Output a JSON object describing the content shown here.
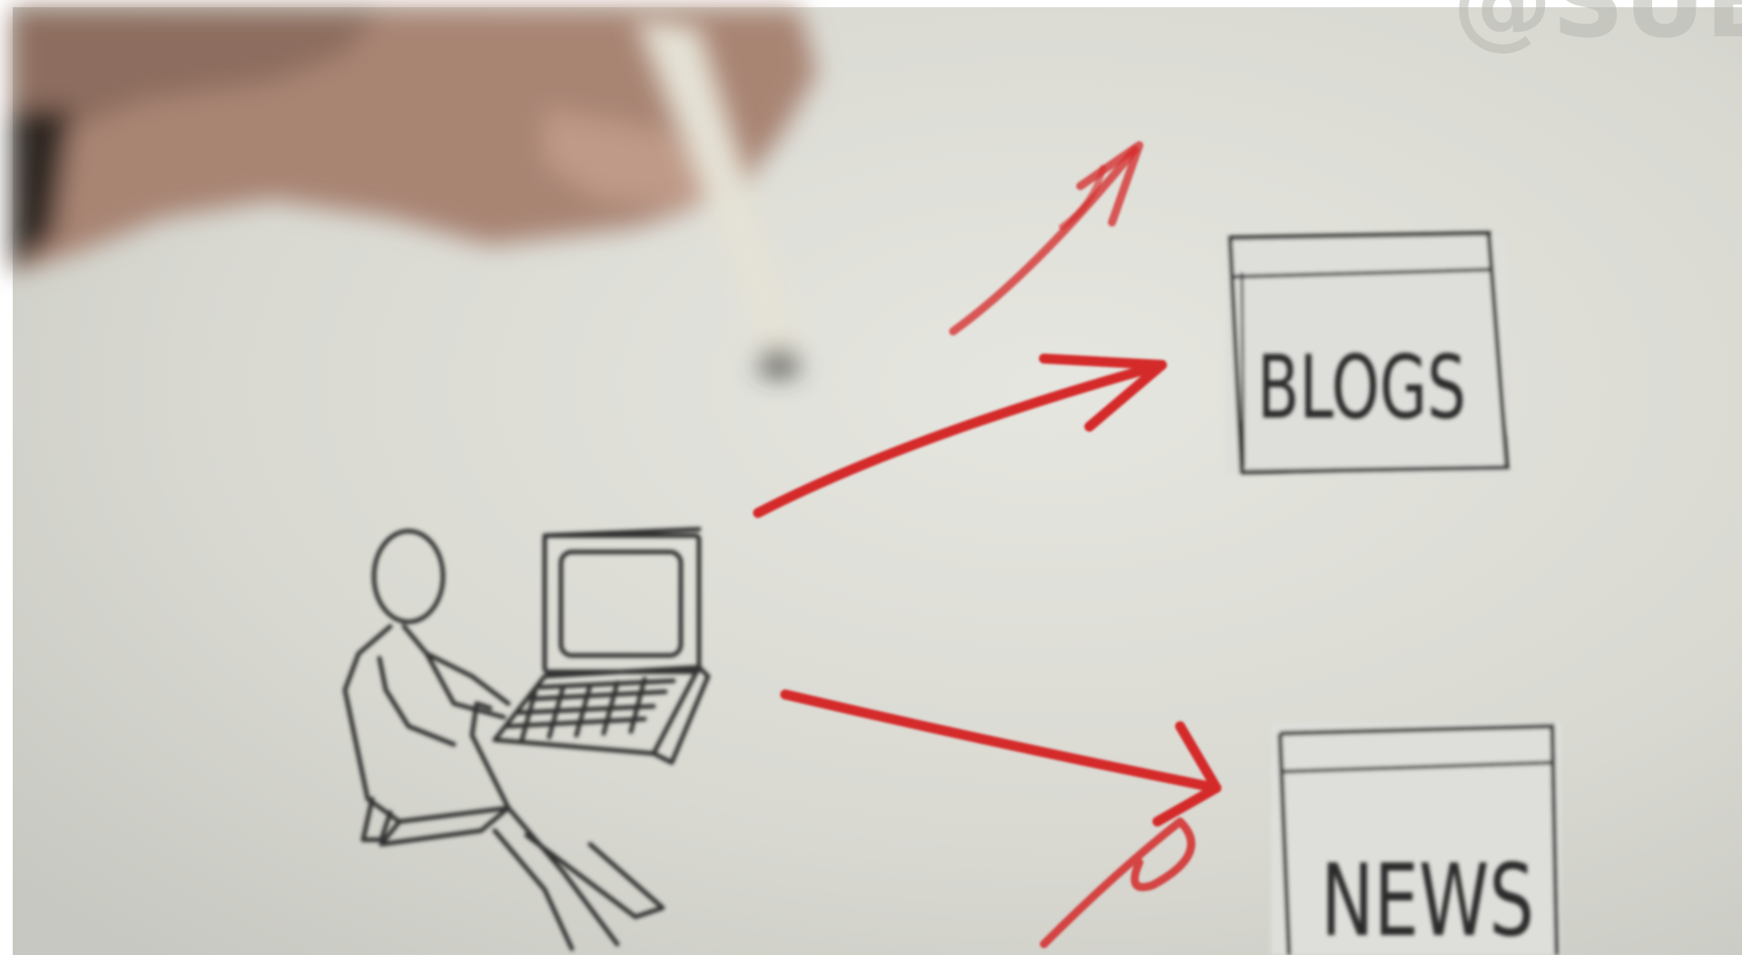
{
  "watermark": {
    "text": "@SUB"
  },
  "boxes": {
    "blogs": {
      "label": "BLOGS"
    },
    "news": {
      "label": "NEWS"
    }
  },
  "colors": {
    "paper": "#dcdcd6",
    "ink": "#2a2a2a",
    "marker_red": "#d42a2a",
    "skin": "#b58f7c",
    "pen": "#e3e0d4"
  },
  "icons": [
    "hand-icon",
    "marker-pen-icon",
    "person-at-computer-icon",
    "browser-window-icon"
  ]
}
